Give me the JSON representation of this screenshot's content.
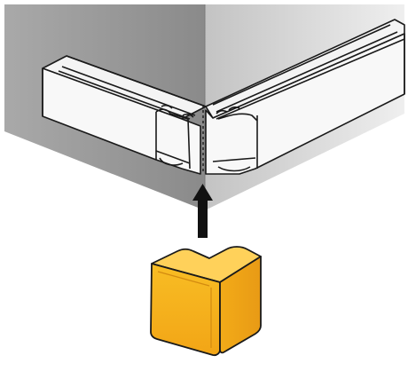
{
  "diagram": {
    "caption": "",
    "colors": {
      "wall_left": "#8d8d8d",
      "wall_left_light": "#b8b8b8",
      "wall_right": "#c7c7c7",
      "wall_right_light": "#ebebeb",
      "trunking": "#f6f6f6",
      "trunking_shadow": "#d8d8d8",
      "outline": "#1a1a1a",
      "cap_fill": "#f7b51b",
      "cap_highlight": "#ffd35c",
      "cap_shadow": "#d7901a",
      "arrow": "#111111"
    },
    "parts": {
      "walls": "corner-walls",
      "trunking": "cable-trunking",
      "joint": "mitered-joint",
      "arrow": "up-arrow-icon",
      "cap": "external-corner-cap"
    }
  }
}
